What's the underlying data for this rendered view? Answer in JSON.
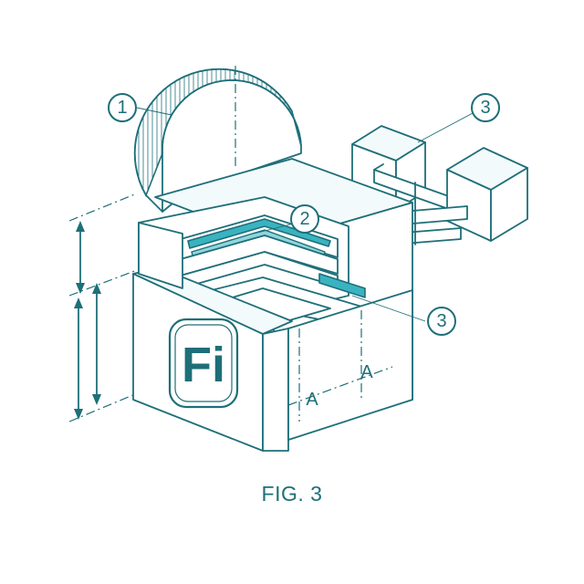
{
  "figure": {
    "caption": "FIG. 3",
    "logo_text": "Fi",
    "callouts": [
      "1",
      "2",
      "3",
      "3"
    ],
    "section_marks": [
      "A",
      "A"
    ],
    "colors": {
      "line": "#1e6f79",
      "accent": "#3ab3c0",
      "accent_light": "#8fd5dc",
      "background": "#ffffff"
    }
  }
}
